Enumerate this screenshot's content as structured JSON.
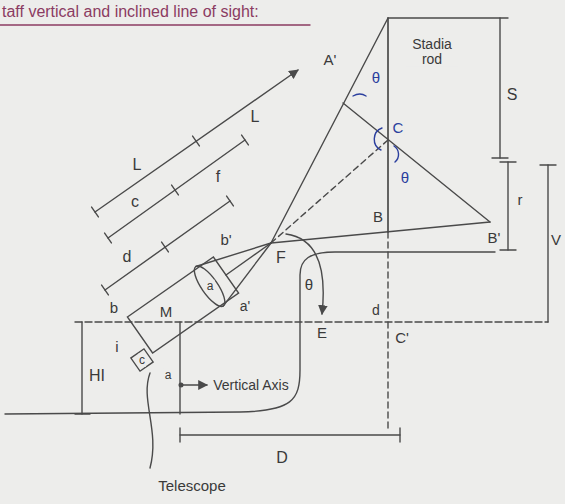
{
  "diagram": {
    "title": "taff vertical and inclined line of sight:",
    "labels": [
      "L",
      "L",
      "c",
      "f",
      "d",
      "b'",
      "b",
      "M",
      "a",
      "a'",
      "c",
      "i",
      "a",
      "F",
      "θ",
      "A'",
      "θ",
      "C",
      "θ",
      "Stadia rod",
      "S",
      "B",
      "B'",
      "r",
      "V",
      "E",
      "d",
      "C'",
      "HI",
      "Vertical Axis",
      "D",
      "Telescope"
    ]
  }
}
